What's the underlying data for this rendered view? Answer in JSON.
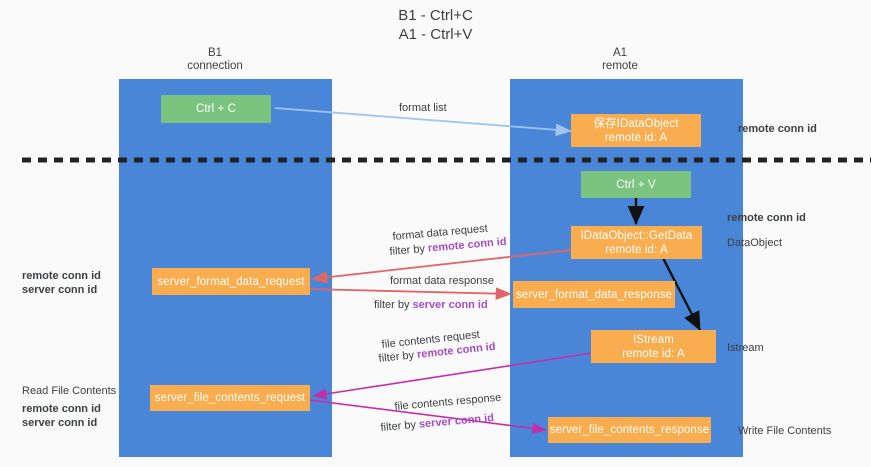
{
  "title": {
    "line1": "B1 - Ctrl+C",
    "line2": "A1 - Ctrl+V"
  },
  "colors": {
    "lane": "#4a86d8",
    "green_box": "#7bc47f",
    "orange_box": "#f9ad4e",
    "purple_text": "#a64dc4",
    "green_text": "#6aa84f",
    "blue_arrow": "#9fc5f0",
    "red_arrow": "#e06666",
    "magenta_arrow": "#c42fa8",
    "black_arrow": "#000000",
    "background": "#fafafa"
  },
  "lanes": [
    {
      "name": "b1",
      "title_line1": "B1",
      "title_line2": "connection"
    },
    {
      "name": "a1",
      "title_line1": "A1",
      "title_line2": "remote"
    }
  ],
  "boxes": {
    "ctrl_c": {
      "line1": "Ctrl + C",
      "line2": ""
    },
    "save_idataobject": {
      "line1": "保存IDataObject",
      "line2": "remote id: A"
    },
    "ctrl_v": {
      "line1": "Ctrl + V",
      "line2": ""
    },
    "getdata": {
      "line1": "IDataObject::GetData",
      "line2": "remote id: A"
    },
    "server_format_data_request": {
      "line1": "server_format_data_request",
      "line2": ""
    },
    "server_format_data_response": {
      "line1": "server_format_data_response",
      "line2": ""
    },
    "istream": {
      "line1": "IStream",
      "line2": "remote id: A"
    },
    "server_file_contents_request": {
      "line1": "server_file_contents_request",
      "line2": ""
    },
    "server_file_contents_response": {
      "line1": "server_file_contents_response",
      "line2": ""
    }
  },
  "edge_labels": {
    "format_list": "format list",
    "format_data_request": "format data request",
    "format_data_request_filter_prefix": "filter by ",
    "format_data_request_filter_key": "remote conn id",
    "format_data_response": "format data response",
    "format_data_response_filter_prefix": "filter by ",
    "format_data_response_filter_key": "server conn id",
    "file_contents_request": "file contents request",
    "file_contents_request_filter_prefix": "filter by ",
    "file_contents_request_filter_key": "remote conn id",
    "file_contents_response": "file contents response",
    "file_contents_response_filter_prefix": "filter by ",
    "file_contents_response_filter_key": "server conn id"
  },
  "right_labels": {
    "remote_conn_id_top": "remote conn id",
    "remote_conn_id_mid": "remote conn id",
    "dataobject": "DataObject",
    "istream": "Istream",
    "write_file_contents": "Write File Contents"
  },
  "left_labels": {
    "mid_remote_conn_id": "remote conn id",
    "mid_server_conn_id": "server conn id",
    "read_file_contents": "Read File Contents",
    "bot_remote_conn_id": "remote conn id",
    "bot_server_conn_id": "server conn id"
  }
}
